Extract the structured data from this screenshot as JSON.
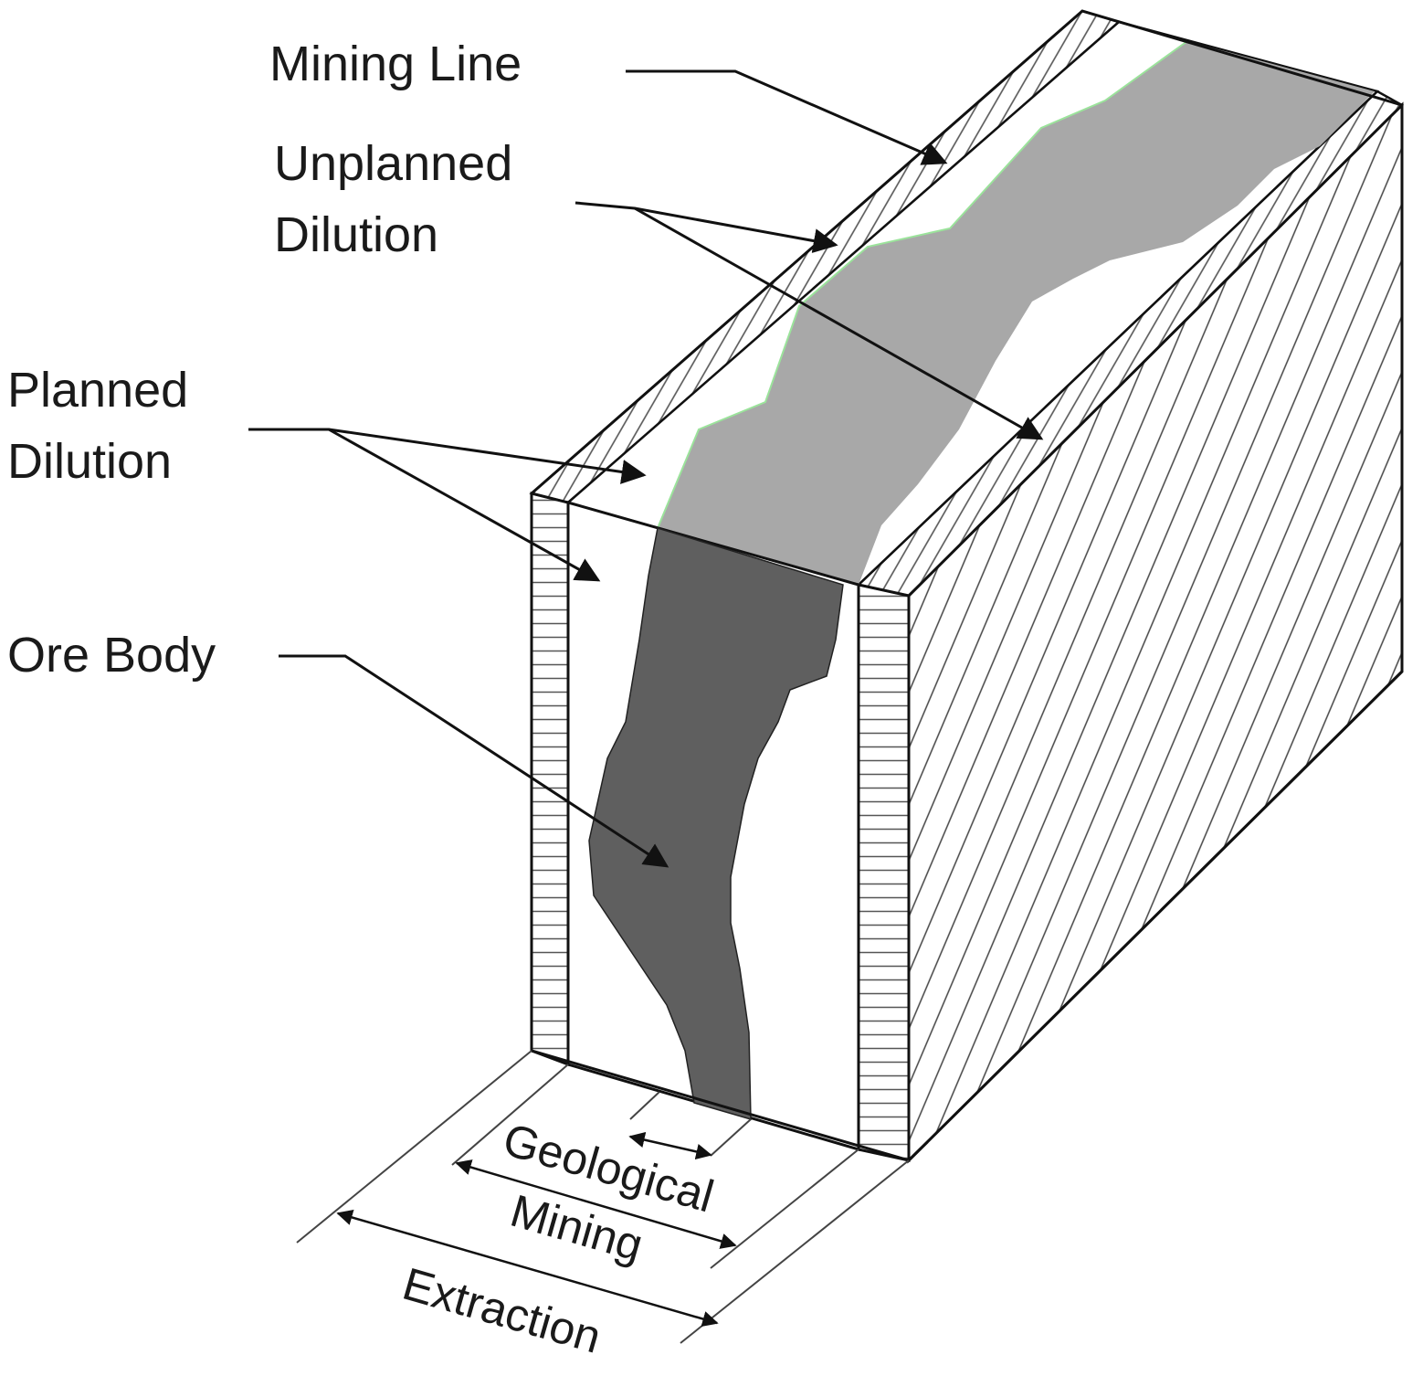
{
  "labels": {
    "mining_line": "Mining Line",
    "unplanned_line1": "Unplanned",
    "unplanned_line2": "Dilution",
    "planned_line1": "Planned",
    "planned_line2": "Dilution",
    "ore_body": "Ore Body"
  },
  "dimensions": {
    "geological": "Geological",
    "mining": "Mining",
    "extraction": "Extraction"
  },
  "colors": {
    "ore_top": "#a8a8a8",
    "ore_front": "#5f5f5f",
    "outline": "#111111",
    "hatch": "#555555",
    "ore_edge_accent": "#9be39b"
  }
}
